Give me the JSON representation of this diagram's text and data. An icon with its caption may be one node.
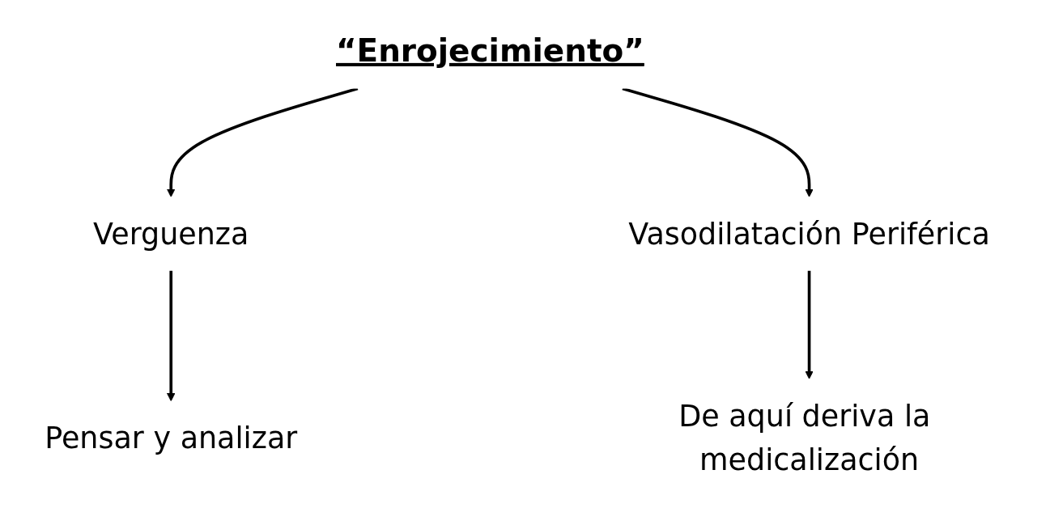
{
  "diagram": {
    "nodes": [
      {
        "text": [
          "“Enrojecimiento”"
        ]
      },
      {
        "text": [
          "Verguenza"
        ]
      },
      {
        "text": [
          "Vasodilatación Periférica"
        ]
      },
      {
        "text": [
          "Pensar y analizar"
        ]
      },
      {
        "text": [
          "De aquí deriva la medicalización"
        ]
      }
    ],
    "edges": [
      {
        "from": 0,
        "to": 1,
        "arrow": "to"
      },
      {
        "from": 0,
        "to": 2,
        "arrow": "to"
      },
      {
        "from": 1,
        "to": 3,
        "arrow": "to"
      },
      {
        "from": 2,
        "to": 4,
        "arrow": "to"
      }
    ]
  }
}
